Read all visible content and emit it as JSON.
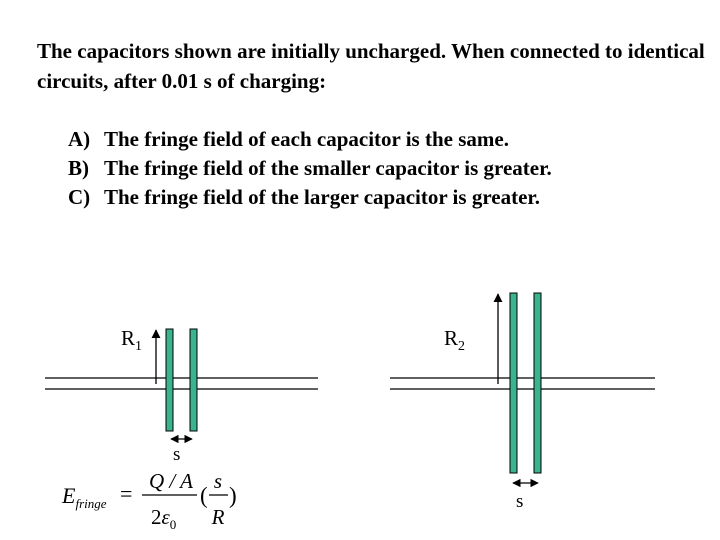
{
  "question": "The capacitors shown are initially uncharged. When connected to identical circuits, after 0.01 s of charging:",
  "options": [
    {
      "letter": "A)",
      "text": "The fringe field of each capacitor is the same."
    },
    {
      "letter": "B)",
      "text": "The fringe field of the smaller capacitor is greater."
    },
    {
      "letter": "C)",
      "text": "The fringe field of the larger capacitor is greater."
    }
  ],
  "diagram": {
    "left": {
      "radius_base": "R",
      "radius_sub": "1",
      "gap_label": "s"
    },
    "right": {
      "radius_base": "R",
      "radius_sub": "2",
      "gap_label": "s"
    },
    "plate_color": "#3CB38F"
  },
  "formula": {
    "lhs_base": "E",
    "lhs_sub": "fringe",
    "equals": "=",
    "num_left": "Q / A",
    "den_left_coef": "2",
    "den_left_sym": "ε",
    "den_left_sub": "0",
    "open_paren": "(",
    "num_right": "s",
    "den_right": "R",
    "close_paren": ")"
  }
}
